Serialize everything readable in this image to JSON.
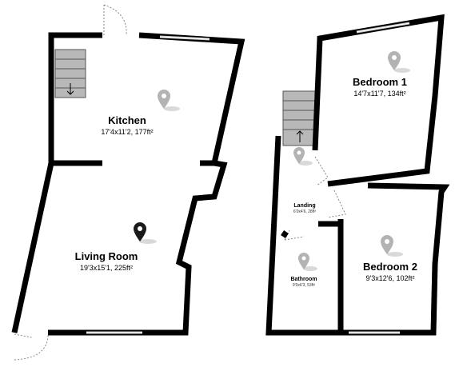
{
  "floors": [
    {
      "rooms": [
        {
          "name": "Kitchen",
          "dims": "17'4x11'2, 177ft²"
        },
        {
          "name": "Living Room",
          "dims": "19'3x15'1, 225ft²"
        }
      ]
    },
    {
      "rooms": [
        {
          "name": "Bedroom 1",
          "dims": "14'7x11'7, 134ft²"
        },
        {
          "name": "Landing",
          "dims": "6'0x4'6, 28ft²"
        },
        {
          "name": "Bathroom",
          "dims": "9'0x6'3, 53ft²"
        },
        {
          "name": "Bedroom 2",
          "dims": "9'3x12'6, 102ft²"
        }
      ]
    }
  ],
  "icons": {
    "location_pin": "location-pin-icon",
    "stairs_up": "up-arrow-icon",
    "stairs_down": "down-arrow-icon"
  },
  "colors": {
    "wall": "#000000",
    "stairs": "#b8b8b8",
    "pin": "#b3b3b3",
    "pin_dark": "#1a1a1a",
    "window": "#c8c8c8"
  }
}
